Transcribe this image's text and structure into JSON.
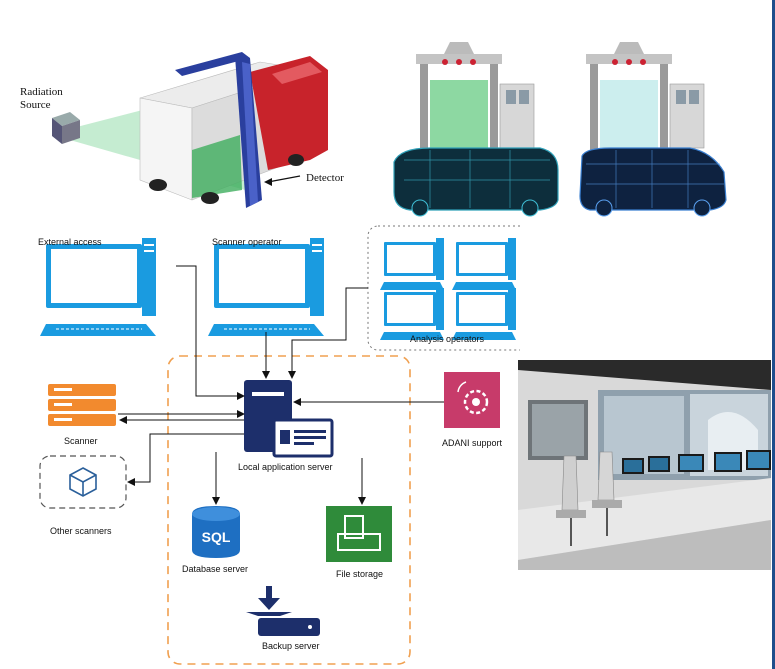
{
  "top_illustration": {
    "radiation_source_line1": "Radiation",
    "radiation_source_line2": "Source",
    "detector_label": "Detector"
  },
  "network": {
    "external_access": "External access",
    "scanner_operator": "Scanner operator",
    "analysis_operators": "Analysis operators",
    "scanner": "Scanner",
    "other_scanners": "Other scanners",
    "local_server": "Local application server",
    "adani_support": "ADANI support",
    "database_server": "Database server",
    "sql_label": "SQL",
    "file_storage": "File storage",
    "backup_server": "Backup server"
  },
  "colors": {
    "monitor_blue": "#1a9be0",
    "navy": "#1d2f6b",
    "scanner_orange": "#f28a2e",
    "dashed_orange": "#f0a050",
    "adani_pink": "#c73b6a",
    "file_green": "#2f8b3a",
    "sql_blue": "#1e6fc2"
  },
  "icons": [
    "radiation-source-icon",
    "truck-scanner-icon",
    "gantry-scanner-icon",
    "xray-bus-icon",
    "monitor-icon",
    "server-icon",
    "database-icon",
    "file-storage-icon",
    "backup-icon",
    "support-gear-icon",
    "cube-icon",
    "control-room-photo"
  ]
}
